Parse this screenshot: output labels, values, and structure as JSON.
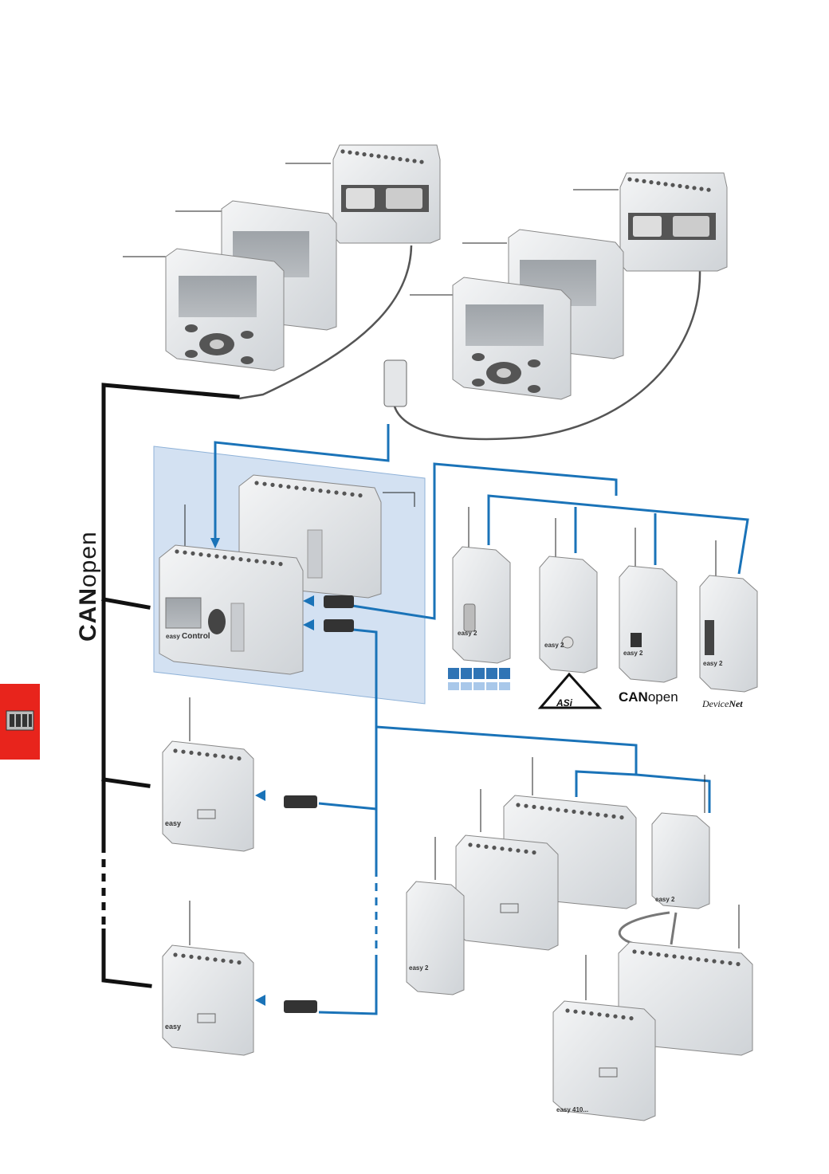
{
  "canopen_bus": {
    "bold": "CAN",
    "light": "open"
  },
  "logos": {
    "canopen": {
      "bold": "CAN",
      "light": "open"
    },
    "devicenet": {
      "italic": "Device",
      "bold": "Net"
    },
    "asi": "ASi"
  },
  "device_marks": {
    "main_controller_brand": "easy",
    "main_controller_model": "Control",
    "module_brand": "easy",
    "module_suffix_2": "2",
    "module_suffix_410": "410..."
  },
  "colors": {
    "bus_line": "#111111",
    "connection_line": "#1a73b8",
    "highlight_area": "#d3e1f2",
    "side_tab": "#e8241c",
    "device_body": "#e6e8ea"
  }
}
